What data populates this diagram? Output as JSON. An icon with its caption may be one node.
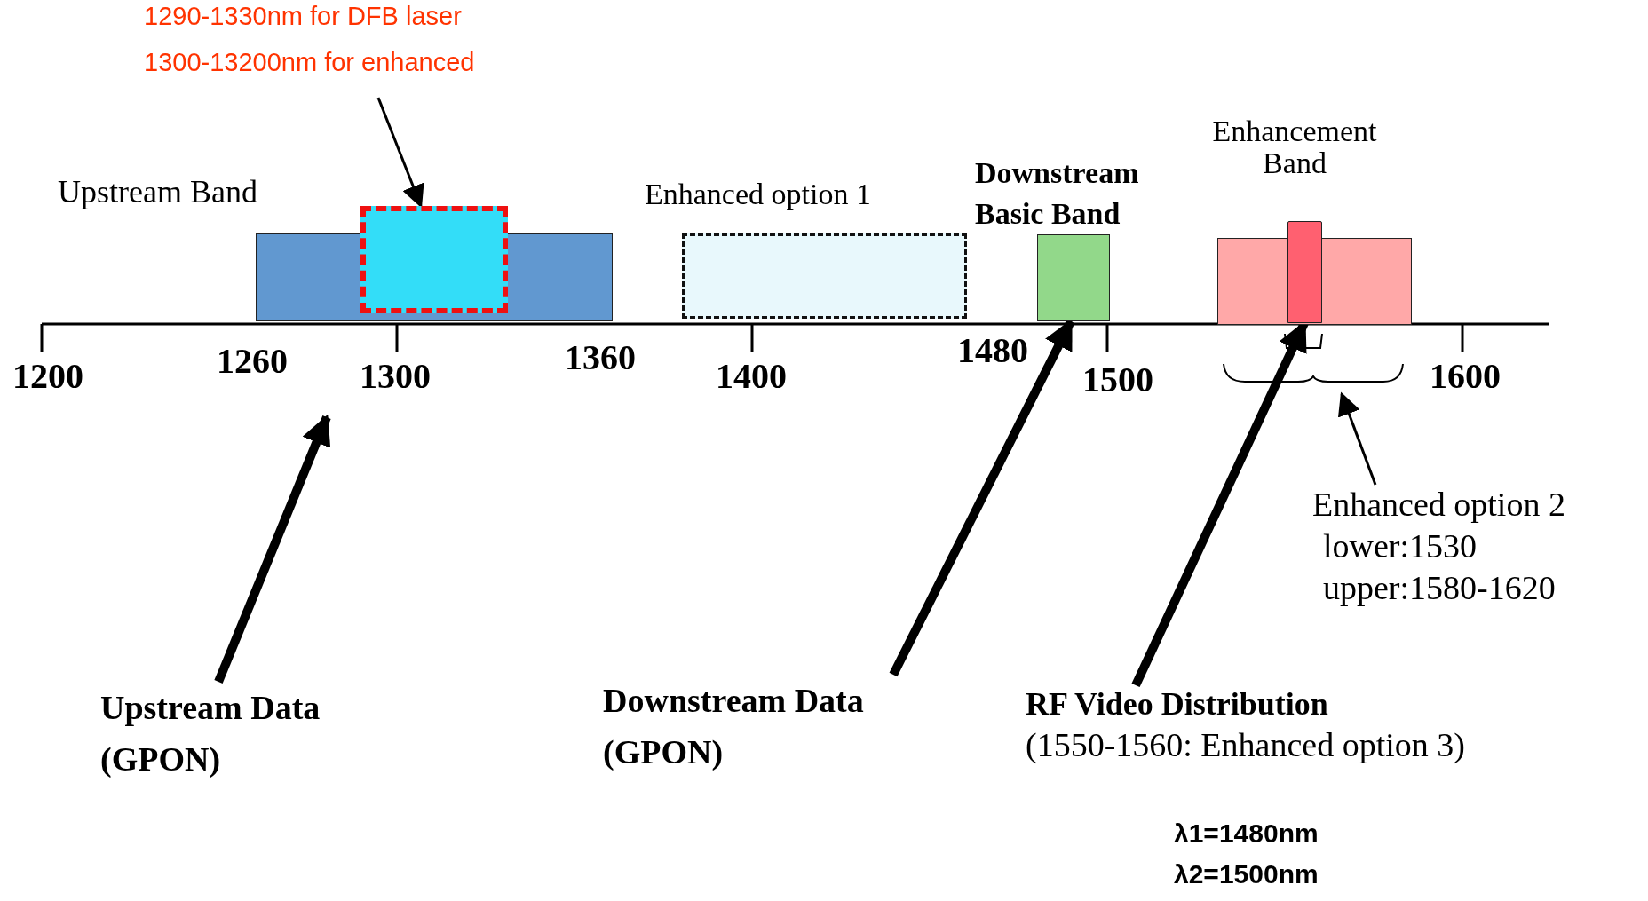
{
  "diagram": {
    "nodes": [
      {
        "text": [
          "Upstream Band"
        ]
      },
      {
        "text": [],
        "shape": "box"
      },
      {
        "text": [
          "1290-1330nm for DFB laser",
          "1300-13200nm for enhanced"
        ]
      },
      {
        "text": [
          "Enhanced option 1"
        ]
      },
      {
        "text": [
          "Downstream Basic Band"
        ]
      },
      {
        "text": [
          "Enhancement Band"
        ]
      },
      {
        "text": [],
        "shape": "bar",
        "in": 5
      },
      {
        "text": [
          "Upstream Data (GPON)"
        ]
      },
      {
        "text": [
          "Downstream Data (GPON)"
        ]
      },
      {
        "text": [
          "RF Video Distribution",
          "(1550-1560: Enhanced option 3)"
        ]
      },
      {
        "text": [
          "Enhanced option 2",
          "lower:1530",
          "upper:1580-1620"
        ]
      }
    ],
    "edges": [
      {
        "from": 2,
        "to": 1,
        "arrow": "to"
      },
      {
        "from": 7,
        "to": null,
        "arrow": "to"
      },
      {
        "from": 8,
        "to": 4,
        "arrow": "to"
      },
      {
        "from": 9,
        "to": 6,
        "arrow": "to"
      },
      {
        "from": 10,
        "to": null,
        "arrow": "to"
      }
    ],
    "labels": [
      "1200",
      "1260",
      "1300",
      "1360",
      "1400",
      "1480",
      "1500",
      "1600",
      "λ1=1480nm",
      "λ2=1500nm"
    ]
  }
}
